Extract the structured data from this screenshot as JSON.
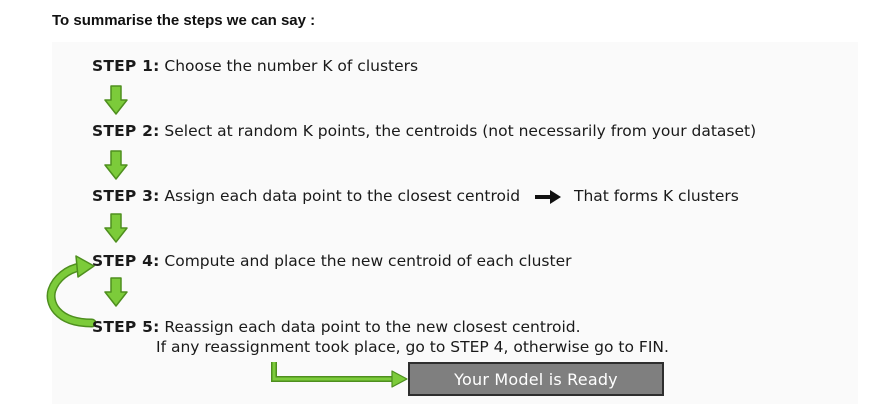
{
  "heading": "To summarise the steps we can say :",
  "steps": [
    {
      "label": "STEP 1:",
      "text": "Choose the number K of clusters"
    },
    {
      "label": "STEP 2:",
      "text": "Select at random K points, the centroids (not necessarily from your dataset)"
    },
    {
      "label": "STEP 3:",
      "text": "Assign each data point to the closest centroid",
      "result": "That forms K clusters"
    },
    {
      "label": "STEP 4:",
      "text": "Compute and place the new centroid of each cluster"
    },
    {
      "label": "STEP 5:",
      "text": "Reassign each data point to the new closest centroid.",
      "continuation": "If any reassignment took place, go to STEP 4, otherwise go to FIN."
    }
  ],
  "final_button": "Your Model is Ready",
  "colors": {
    "arrow_fill": "#7ccb3a",
    "arrow_stroke": "#4e8f1e",
    "button_bg": "#7f7f7f",
    "button_border": "#2e2e2e"
  },
  "icons": {
    "down_arrow": "down-arrow-icon",
    "right_arrow": "right-arrow-icon",
    "loop_arrow": "loop-back-arrow-icon",
    "elbow_arrow": "elbow-right-arrow-icon"
  }
}
